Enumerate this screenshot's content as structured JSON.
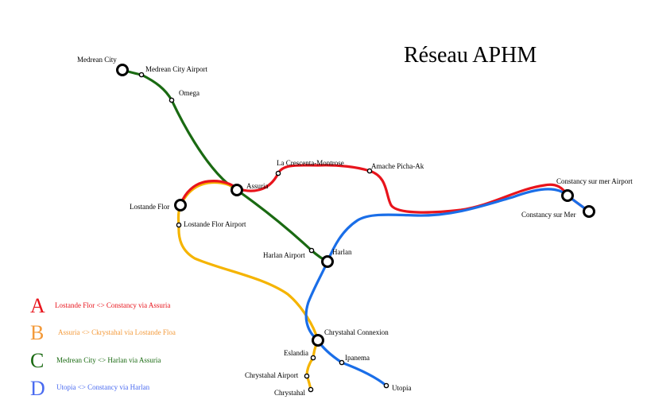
{
  "title": "Réseau APHM",
  "colors": {
    "A": "#e8141c",
    "B": "#f5b400",
    "C": "#1a6a12",
    "D": "#1a6ee8",
    "legend_B_text": "#f39a3a",
    "legend_D_text": "#4a6bf0"
  },
  "legend": [
    {
      "letter": "A",
      "text": "Lostande Flor <> Constancy  via Assuria"
    },
    {
      "letter": "B",
      "text": "Assuria <> Ckrystahal  via Lostande Floa"
    },
    {
      "letter": "C",
      "text": "Medrean City <> Harlan  via Assuria"
    },
    {
      "letter": "D",
      "text": "Utopia <> Constancy via Harlan"
    }
  ],
  "stations": {
    "medrean_city": "Medrean City",
    "medrean_city_airport": "Medrean City Airport",
    "omega": "Omega",
    "la_crescenta": "La Crescenta-Montrose",
    "amache": "Amache Picha-Ak",
    "assuria": "Assuria",
    "lostande_flor": "Lostande Flor",
    "lostande_flor_airport": "Lostande Flor Airport",
    "harlan_airport": "Harlan Airport",
    "harlan": "Harlan",
    "constancy_airport": "Constancy sur mer Airport",
    "constancy": "Constancy sur Mer",
    "chrystahal_connexion": "Chrystahal Connexion",
    "eslandia": "Eslandia",
    "ipanema": "Ipanema",
    "chrystahal_airport": "Chrystahal Airport",
    "chrystahal": "Chrystahal",
    "utopia": "Utopia"
  }
}
